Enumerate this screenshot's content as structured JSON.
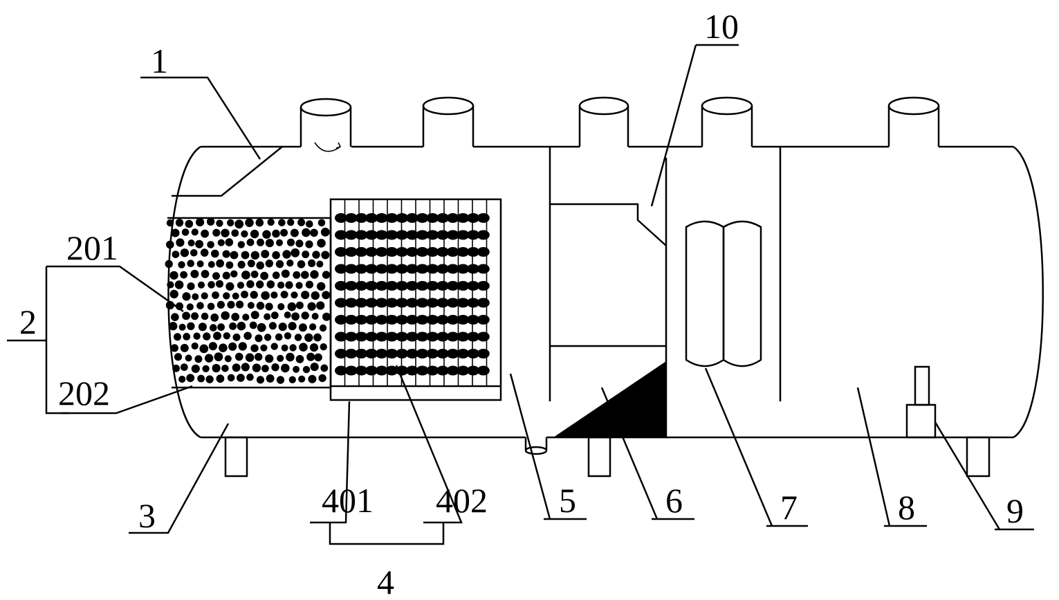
{
  "labels": {
    "l1": "1",
    "l2": "2",
    "l201": "201",
    "l202": "202",
    "l3": "3",
    "l4": "4",
    "l401": "401",
    "l402": "402",
    "l5": "5",
    "l6": "6",
    "l7": "7",
    "l8": "8",
    "l9": "9",
    "l10": "10"
  },
  "colors": {
    "stroke": "#000000",
    "fill": "#000000",
    "background": "#ffffff"
  }
}
